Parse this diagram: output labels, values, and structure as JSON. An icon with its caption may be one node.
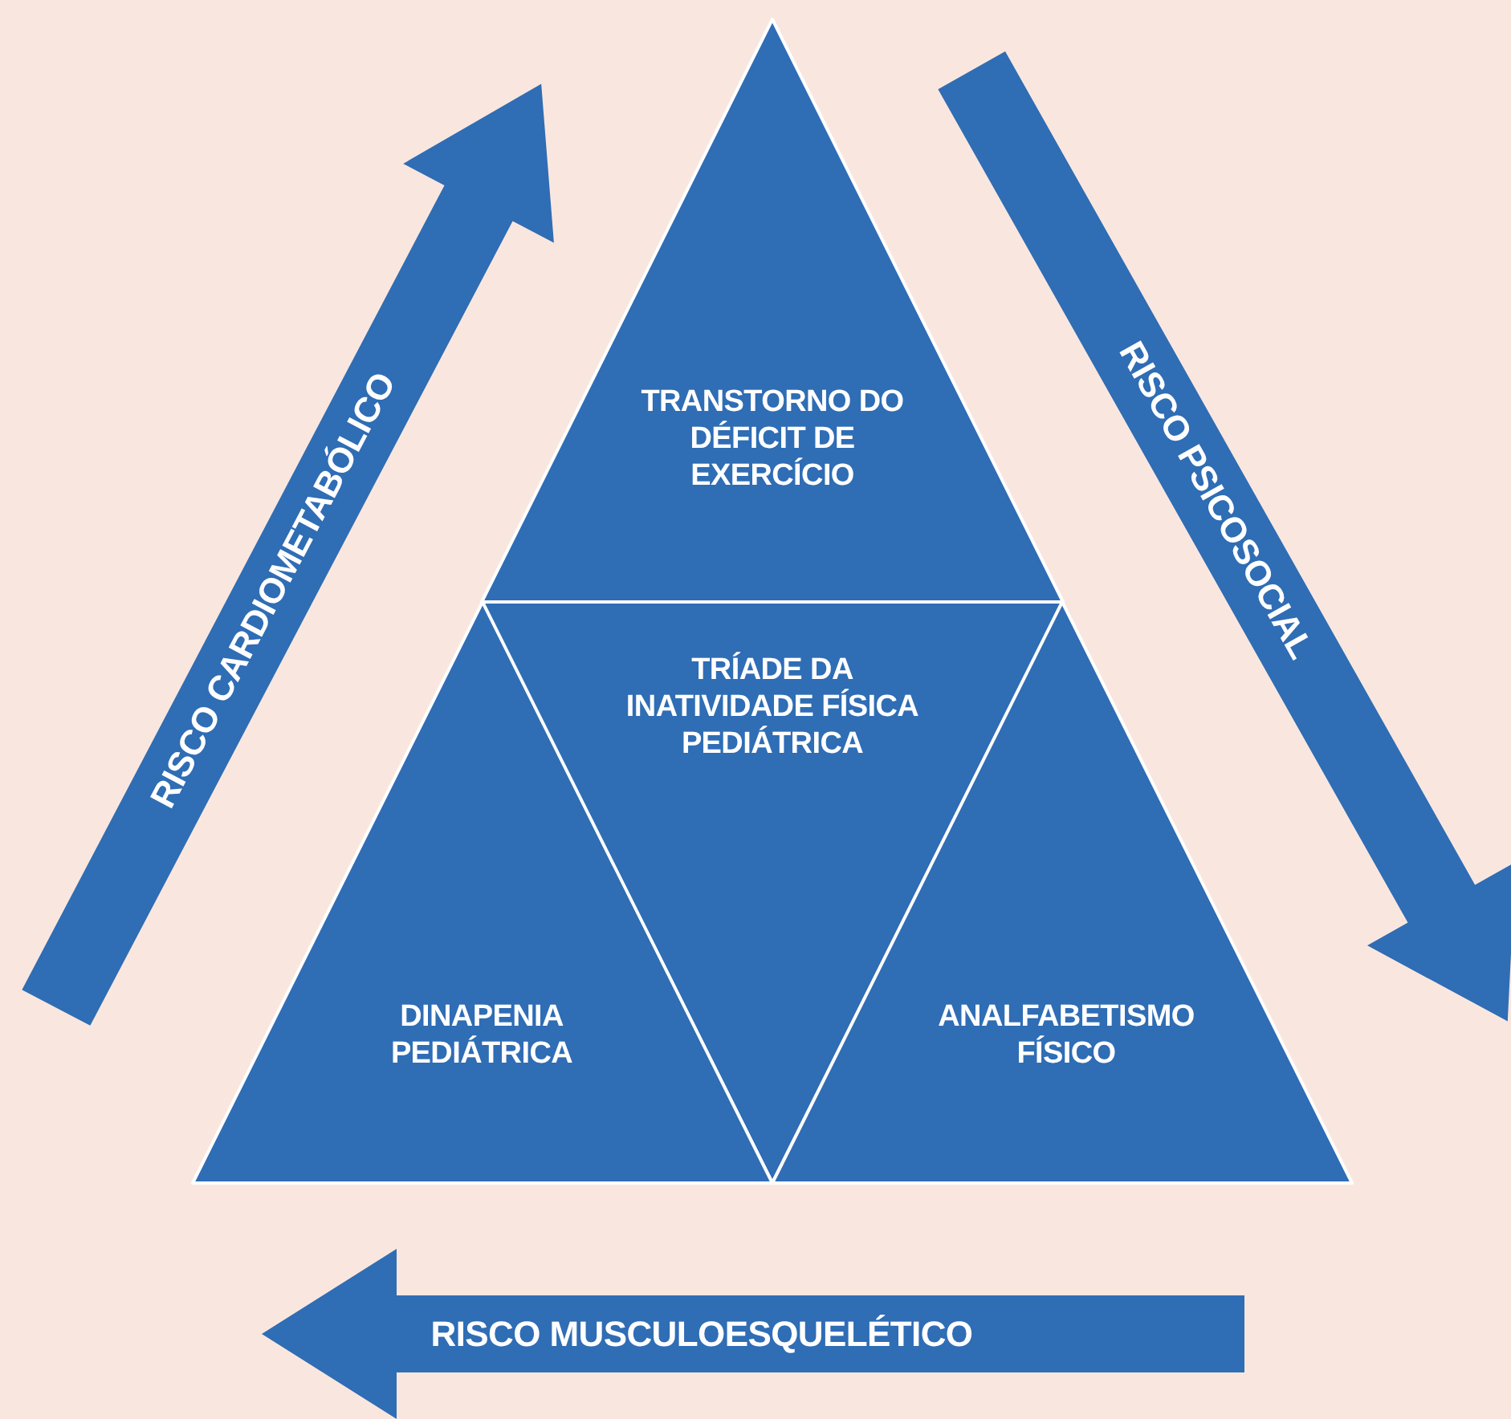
{
  "diagram": {
    "nodes": [
      {
        "text": [
          "TRANSTORNO DO DÉFICIT DE EXERCÍCIO"
        ]
      },
      {
        "text": [
          "RISCO CARDIOMETABÓLICO"
        ]
      },
      {
        "text": [
          "RISCO PSICOSOCIAL"
        ]
      },
      {
        "text": [
          "TRÍADE DA INATIVIDADE FÍSICA PEDIÁTRICA"
        ]
      },
      {
        "text": [
          "DINAPENIA PEDIÁTRICA"
        ]
      },
      {
        "text": [
          "ANALFABETISMO FÍSICO"
        ]
      },
      {
        "text": [
          "RISCO MUSCULOESQUELÉTICO"
        ]
      }
    ]
  }
}
